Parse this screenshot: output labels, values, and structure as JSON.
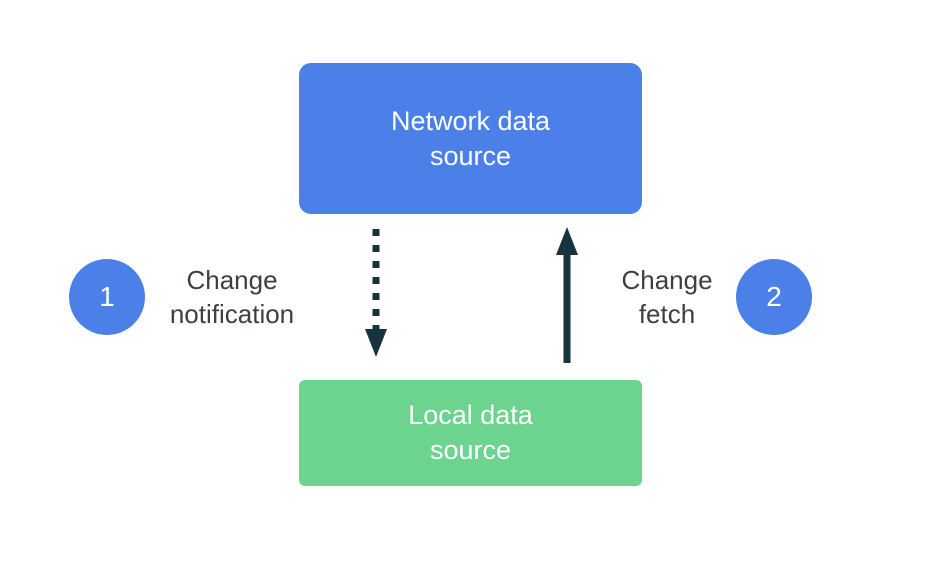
{
  "diagram": {
    "nodes": {
      "network": {
        "label": "Network data source"
      },
      "local": {
        "label": "Local data source"
      }
    },
    "steps": {
      "one": {
        "number": "1",
        "label": "Change notification"
      },
      "two": {
        "number": "2",
        "label": "Change fetch"
      }
    },
    "icons": {
      "notification_arrow": "dotted-down-arrow",
      "fetch_arrow": "solid-up-arrow"
    },
    "colors": {
      "node_blue": "#4a80e8",
      "node_green": "#6cd48e",
      "arrow_dark": "#17333e",
      "label_gray": "#3c4043",
      "background": "#ffffff"
    }
  }
}
